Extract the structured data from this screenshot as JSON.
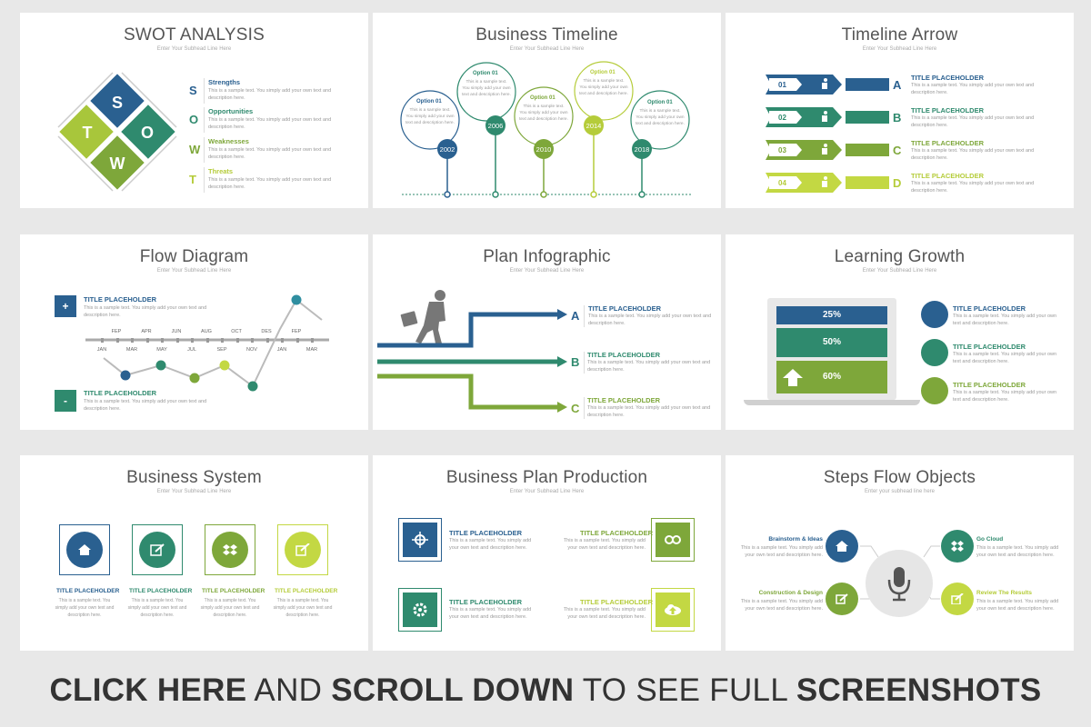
{
  "colors": {
    "dark": "#2a6090",
    "teal": "#2f8a6e",
    "green": "#7ea73a",
    "lime": "#c3d843",
    "gray": "#666666"
  },
  "sample_text": "This is a sample text. You simply add your own text and description here.",
  "swot": {
    "title": "SWOT ANALYSIS",
    "subtitle": "Enter Your Subhead Line Here",
    "letters": [
      "S",
      "O",
      "W",
      "T"
    ],
    "items": [
      {
        "letter": "S",
        "label": "Strengths"
      },
      {
        "letter": "O",
        "label": "Opportunities"
      },
      {
        "letter": "W",
        "label": "Weaknesses"
      },
      {
        "letter": "T",
        "label": "Threats"
      }
    ]
  },
  "timeline": {
    "title": "Business Timeline",
    "subtitle": "Enter Your Subhead Line Here",
    "option": "Option 01",
    "short_text": "This is a sample text. You simply add your own text and description here.",
    "years": [
      "2002",
      "2006",
      "2010",
      "2014",
      "2018"
    ]
  },
  "arrow": {
    "title": "Timeline Arrow",
    "subtitle": "Enter Your Subhead Line Here",
    "nums": [
      "01",
      "02",
      "03",
      "04"
    ],
    "letters": [
      "A",
      "B",
      "C",
      "D"
    ],
    "item_title": "TITLE PLACEHOLDER"
  },
  "flow": {
    "title": "Flow Diagram",
    "subtitle": "Enter Your Subhead Line Here",
    "item_title": "TITLE PLACEHOLDER",
    "plus": "+",
    "minus": "-",
    "top_months": [
      "FEP",
      "APR",
      "JUN",
      "AUG",
      "OCT",
      "DES",
      "FEP"
    ],
    "bottom_months": [
      "JAN",
      "MAR",
      "MAY",
      "JUL",
      "SEP",
      "NOV",
      "JAN",
      "MAR"
    ]
  },
  "plan": {
    "title": "Plan Infographic",
    "subtitle": "Enter Your Subhead Line Here",
    "item_title": "TITLE PLACEHOLDER",
    "letters": [
      "A",
      "B",
      "C"
    ]
  },
  "learning": {
    "title": "Learning Growth",
    "subtitle": "Enter Your Subhead Line Here",
    "item_title": "TITLE PLACEHOLDER",
    "bars": [
      "25%",
      "50%",
      "60%"
    ]
  },
  "system": {
    "title": "Business System",
    "subtitle": "Enter Your Subhead Line Here",
    "item_title": "TITLE PLACEHOLDER",
    "short_text": "This is a sample text. You simply add your own text and description here."
  },
  "production": {
    "title": "Business Plan Production",
    "subtitle": "Enter Your Subhead Line Here",
    "item_title": "TITLE PLACEHOLDER"
  },
  "steps": {
    "title": "Steps Flow Objects",
    "subtitle": "Enter your subhead line here",
    "labels": [
      "Brainstorm & Ideas",
      "Construction & Design",
      "Go Cloud",
      "Review The Results"
    ]
  },
  "footer": {
    "part1": "CLICK HERE",
    "part2": " AND ",
    "part3": "SCROLL DOWN",
    "part4": " TO SEE FULL ",
    "part5": "SCREENSHOTS"
  }
}
